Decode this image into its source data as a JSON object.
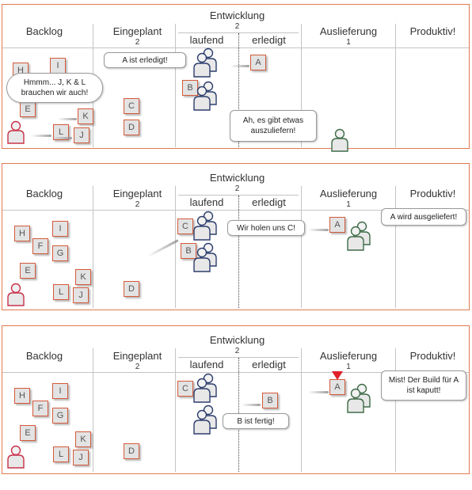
{
  "columns": {
    "backlog": "Backlog",
    "planned": "Eingeplant",
    "planned_wip": "2",
    "development": "Entwicklung",
    "development_wip": "2",
    "in_progress": "laufend",
    "done": "erledigt",
    "delivery": "Auslieferung",
    "delivery_wip": "1",
    "productive": "Produktiv!"
  },
  "cards": {
    "A": "A",
    "B": "B",
    "C": "C",
    "D": "D",
    "E": "E",
    "F": "F",
    "G": "G",
    "H": "H",
    "I": "I",
    "J": "J",
    "K": "K",
    "L": "L"
  },
  "panel1": {
    "speech_backlog": "Hmmm... J, K & L brauchen wir auch!",
    "speech_dev": "A ist erledigt!",
    "speech_delivery": "Ah, es gibt etwas auszuliefern!"
  },
  "panel2": {
    "speech_dev": "Wir holen uns C!",
    "speech_delivery": "A wird ausgeliefert!"
  },
  "panel3": {
    "speech_dev": "B ist fertig!",
    "speech_delivery": "Mist! Der Build für A ist kaputt!"
  },
  "colors": {
    "panel_border": "#e07a4f",
    "card_border": "#d45a3a",
    "card_fill": "#e3e3e3",
    "product_owner": "#c8324a",
    "dev_team": "#2d3e6e",
    "ops_team": "#3e6b48",
    "alert": "#e0202a"
  }
}
